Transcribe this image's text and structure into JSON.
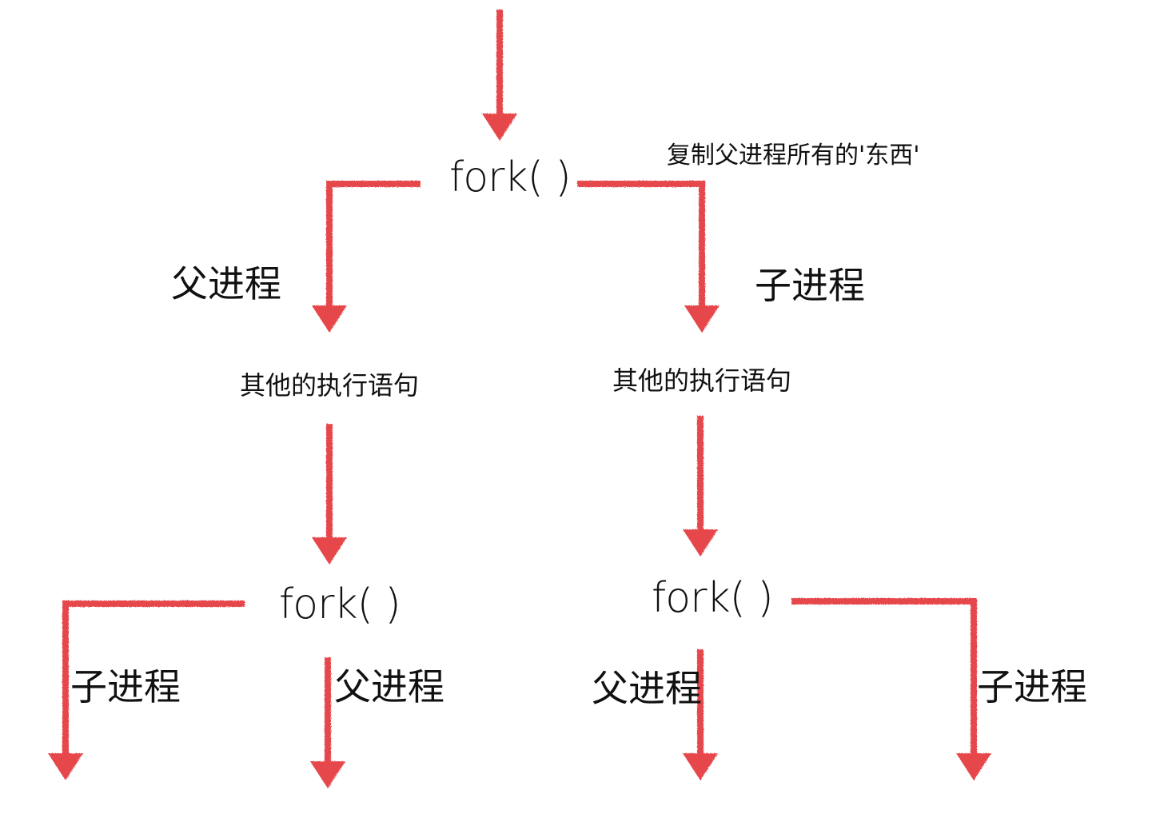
{
  "colors": {
    "arrow": "#e5474b",
    "text": "#111111",
    "background": "#ffffff"
  },
  "nodes": {
    "fork_root": "fork( )",
    "fork_left": "fork( )",
    "fork_right": "fork( )",
    "copy_note": "复制父进程所有的'东西'",
    "parent_label_top": "父进程",
    "child_label_top": "子进程",
    "stmt_left": "其他的执行语句",
    "stmt_right": "其他的执行语句",
    "child_label_bl": "子进程",
    "parent_label_bm": "父进程",
    "parent_label_bm2": "父进程",
    "child_label_br": "子进程"
  },
  "edges": [
    {
      "from": "start",
      "to": "fork_root"
    },
    {
      "from": "fork_root",
      "to": "stmt_left",
      "label": "父进程"
    },
    {
      "from": "fork_root",
      "to": "stmt_right",
      "label": "子进程",
      "note": "复制父进程所有的'东西'"
    },
    {
      "from": "stmt_left",
      "to": "fork_left"
    },
    {
      "from": "stmt_right",
      "to": "fork_right"
    },
    {
      "from": "fork_left",
      "to": "end_1",
      "label": "子进程"
    },
    {
      "from": "fork_left",
      "to": "end_2",
      "label": "父进程"
    },
    {
      "from": "fork_right",
      "to": "end_3",
      "label": "父进程"
    },
    {
      "from": "fork_right",
      "to": "end_4",
      "label": "子进程"
    }
  ]
}
